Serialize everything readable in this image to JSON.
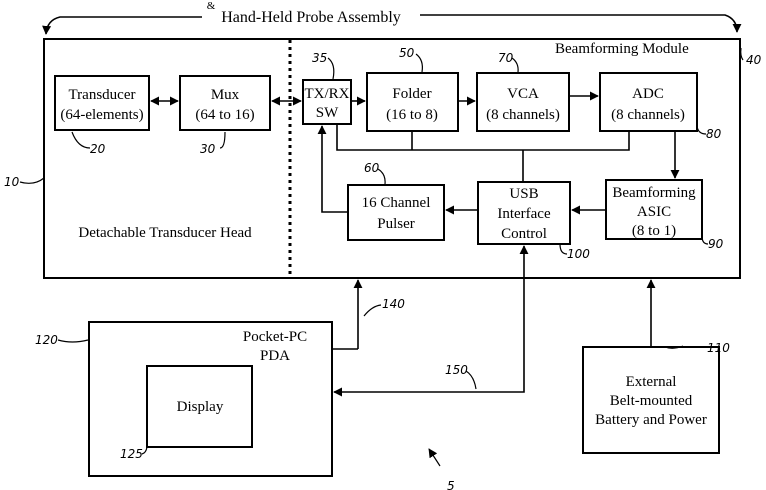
{
  "title": "Hand-Held Probe Assembly",
  "title_mark": "&",
  "beamforming_module": "Beamforming Module",
  "detachable_head": "Detachable Transducer Head",
  "blocks": {
    "transducer": [
      "Transducer",
      "(64-elements)"
    ],
    "mux": [
      "Mux",
      "(64 to 16)"
    ],
    "txrx": [
      "TX/RX",
      "SW"
    ],
    "folder": [
      "Folder",
      "(16 to 8)"
    ],
    "vca": [
      "VCA",
      "(8 channels)"
    ],
    "adc": [
      "ADC",
      "(8 channels)"
    ],
    "pulser": [
      "16 Channel",
      "Pulser"
    ],
    "usb": [
      "USB",
      "Interface",
      "Control"
    ],
    "asic": [
      "Beamforming",
      "ASIC",
      "(8 to 1)"
    ],
    "pda": [
      "Pocket-PC",
      "PDA"
    ],
    "display": [
      "Display"
    ],
    "battery": [
      "External",
      "Belt-mounted",
      "Battery and Power"
    ]
  },
  "refs": {
    "r10": "10",
    "r20": "20",
    "r30": "30",
    "r35": "35",
    "r40": "40",
    "r50": "50",
    "r60": "60",
    "r70": "70",
    "r80": "80",
    "r90": "90",
    "r100": "100",
    "r110": "110",
    "r120": "120",
    "r125": "125",
    "r140": "140",
    "r150": "150",
    "r5": "5"
  }
}
